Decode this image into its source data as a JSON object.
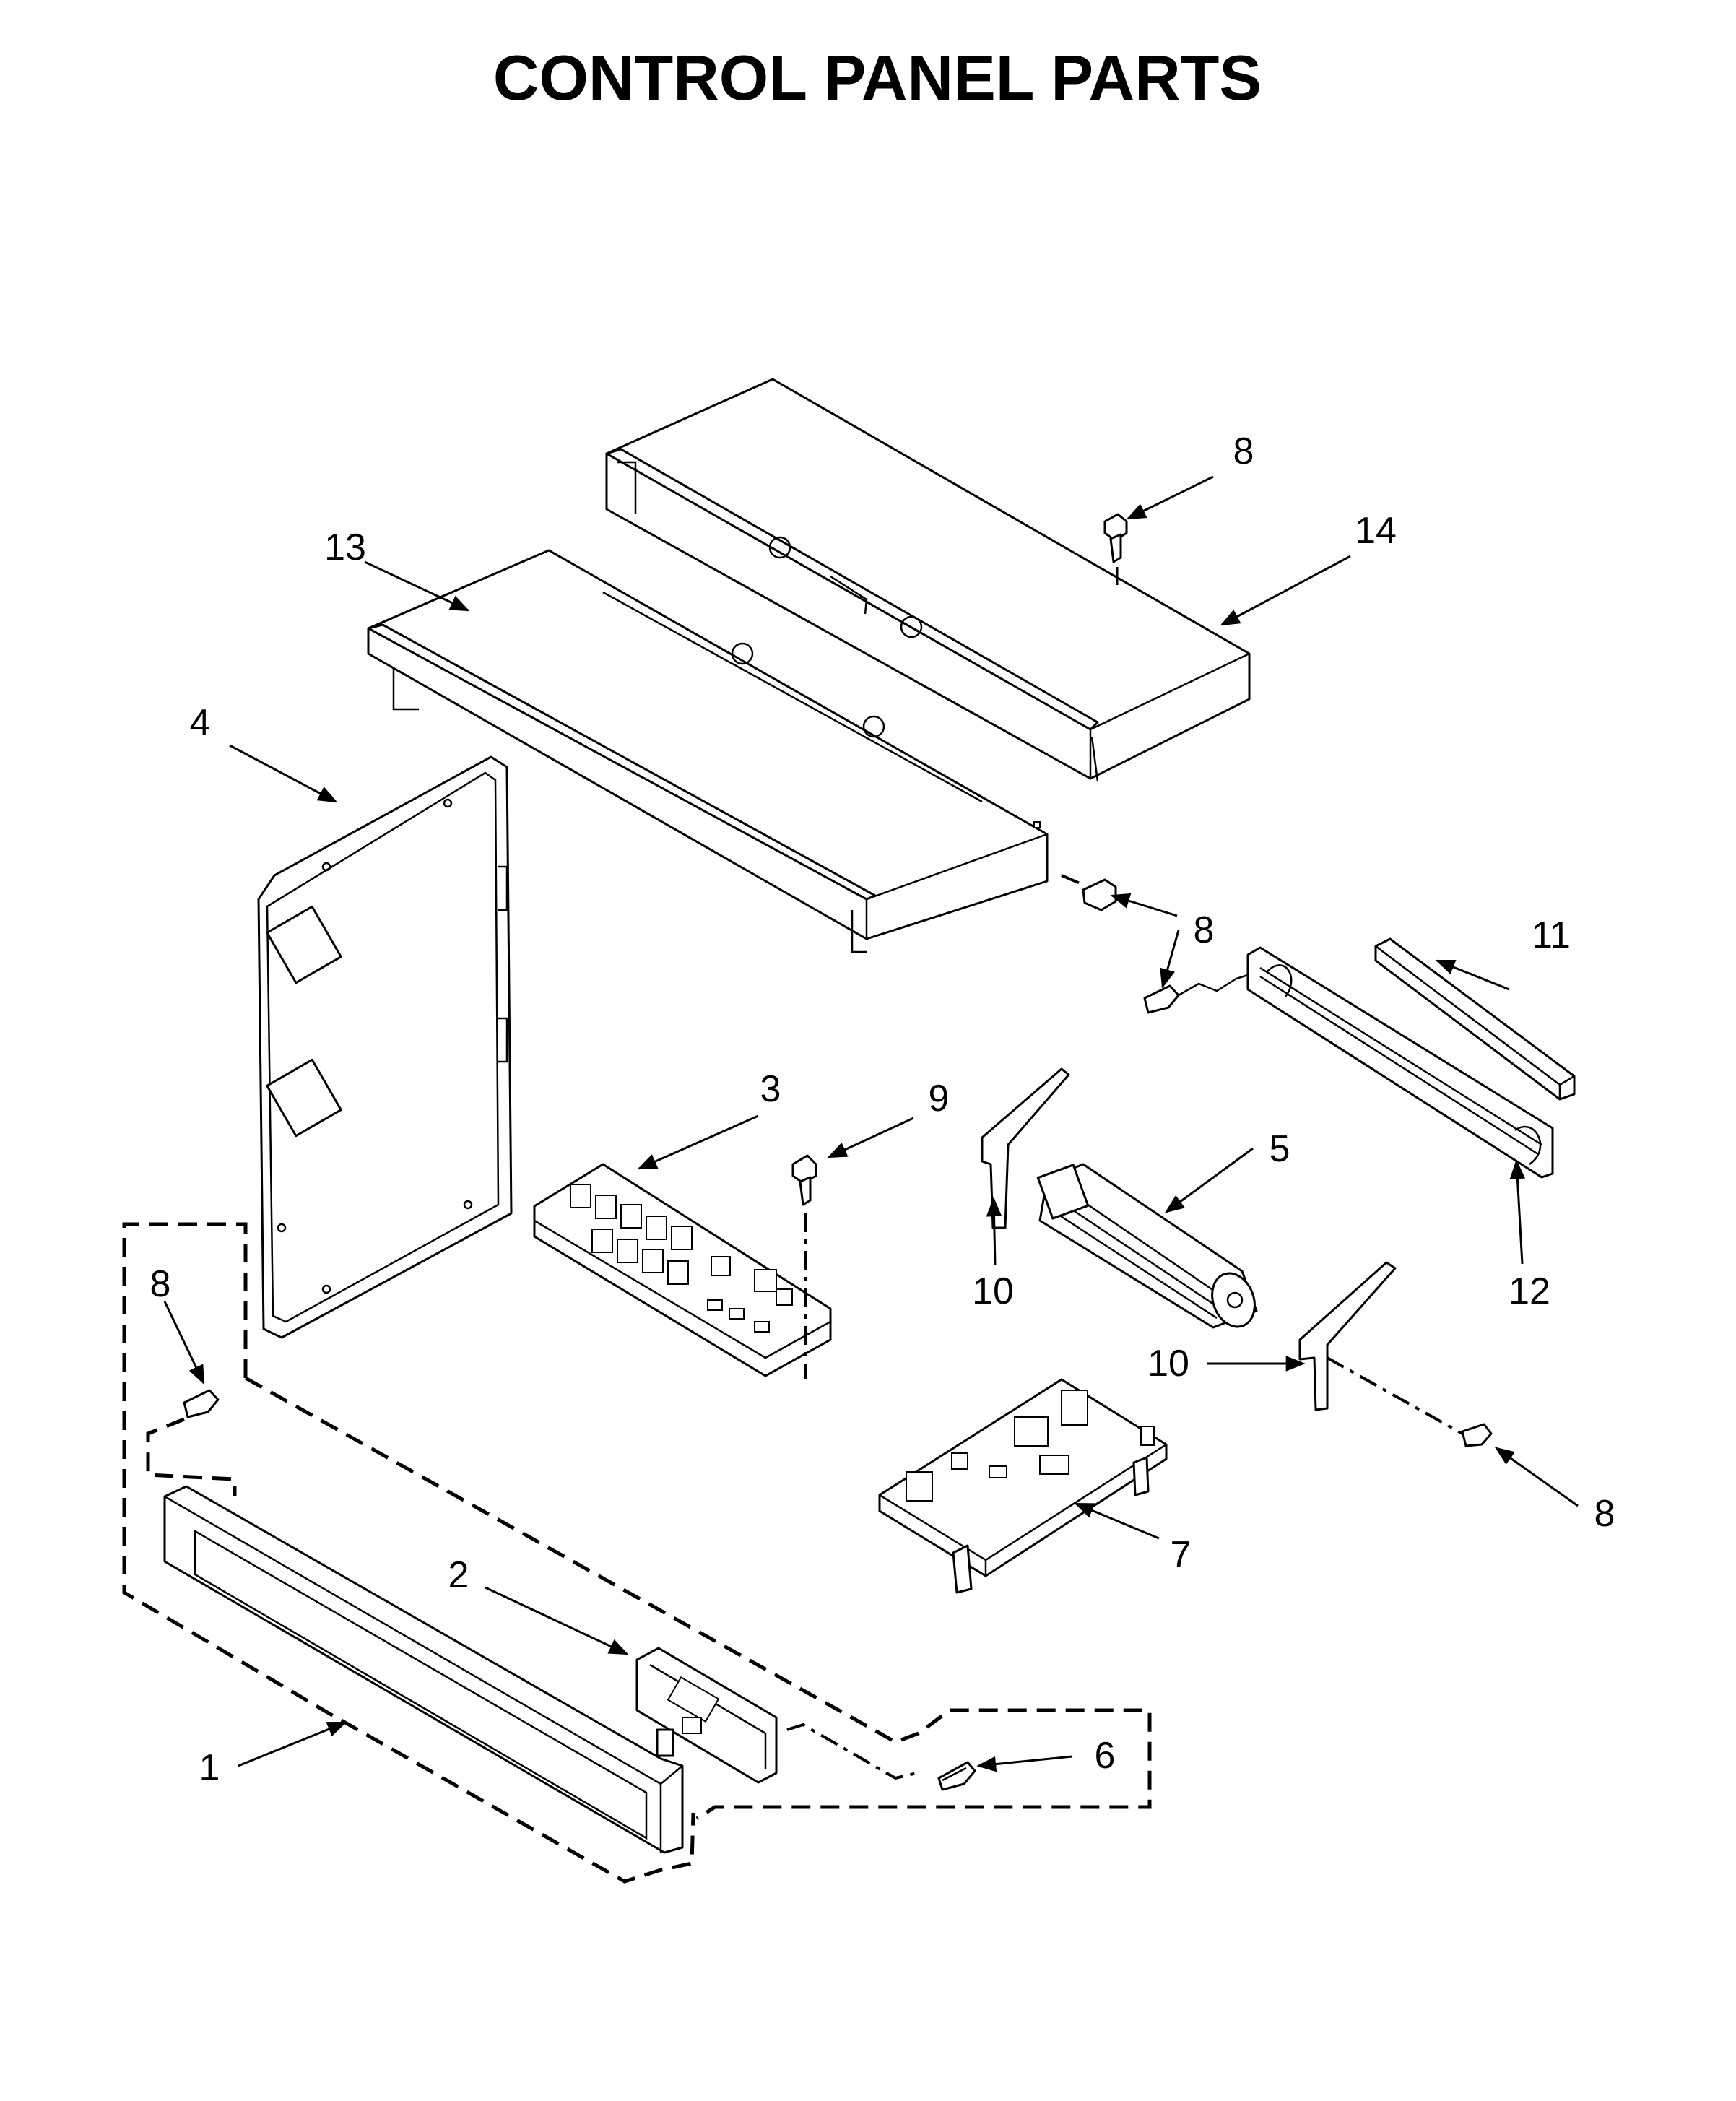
{
  "title": "CONTROL PANEL PARTS",
  "callouts": {
    "c1": "1",
    "c2": "2",
    "c3": "3",
    "c4": "4",
    "c5": "5",
    "c6": "6",
    "c7": "7",
    "c8a": "8",
    "c8b": "8",
    "c8c": "8",
    "c8d": "8",
    "c8e": "8",
    "c9": "9",
    "c10a": "10",
    "c10b": "10",
    "c11": "11",
    "c12": "12",
    "c13": "13",
    "c14": "14"
  }
}
